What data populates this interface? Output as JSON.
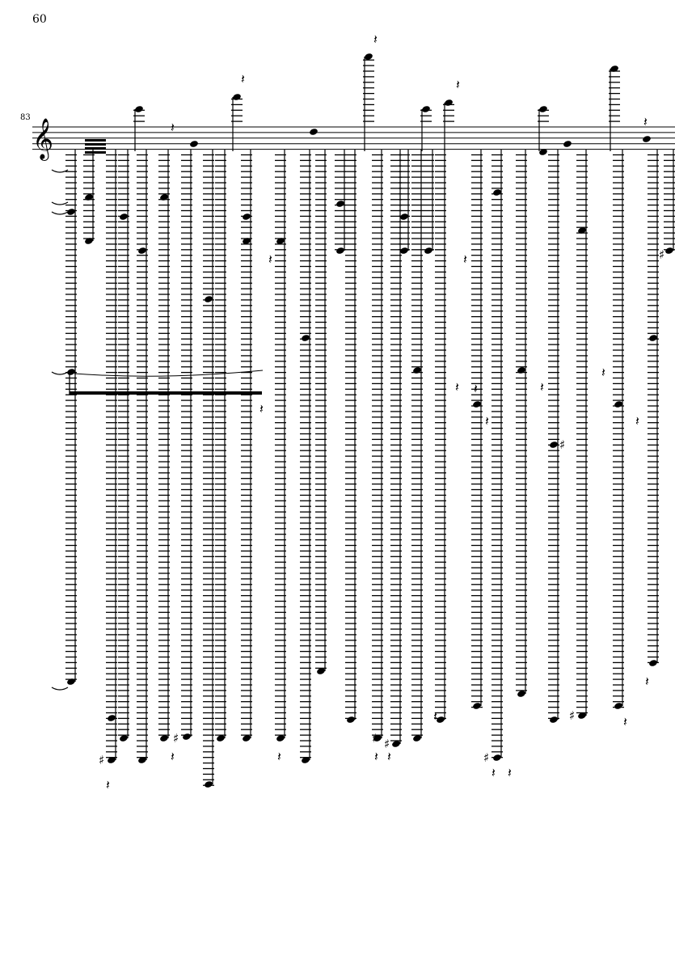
{
  "page": {
    "number": "60"
  },
  "score": {
    "measure_number": "83",
    "clef": "treble",
    "ink_color": "#000000"
  }
}
